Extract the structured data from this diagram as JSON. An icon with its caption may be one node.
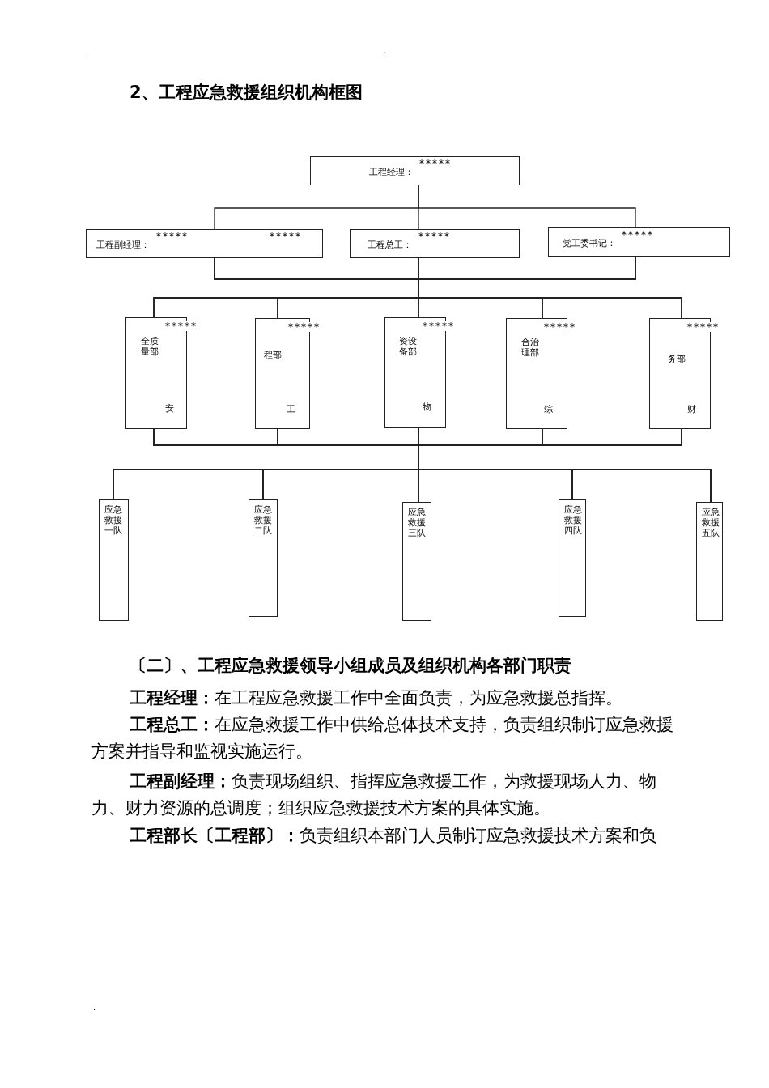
{
  "diagram": {
    "title": "2、工程应急救援组织机构框图",
    "nodes": [
      {
        "text": [
          "工程经理：",
          "*****"
        ]
      },
      {
        "text": [
          "工程副经理：",
          "*****",
          "*****"
        ]
      },
      {
        "text": [
          "工程总工：",
          "*****"
        ]
      },
      {
        "text": [
          "党工委书记：",
          "*****"
        ]
      },
      {
        "text": [
          "*****",
          "全质量部",
          "安"
        ]
      },
      {
        "text": [
          "*****",
          "程部",
          "工"
        ]
      },
      {
        "text": [
          "*****",
          "资设备部",
          "物"
        ]
      },
      {
        "text": [
          "*****",
          "合治理部",
          "综"
        ]
      },
      {
        "text": [
          "*****",
          "务部",
          "财"
        ]
      },
      {
        "text": [
          "应急救援一队"
        ]
      },
      {
        "text": [
          "应急救援二队"
        ]
      },
      {
        "text": [
          "应急救援三队"
        ]
      },
      {
        "text": [
          "应急救援四队"
        ]
      },
      {
        "text": [
          "应急救援五队"
        ]
      }
    ],
    "edges": [
      {
        "from": 0,
        "to": 1,
        "arrow": "none"
      },
      {
        "from": 0,
        "to": 2,
        "arrow": "none"
      },
      {
        "from": 0,
        "to": 3,
        "arrow": "none"
      },
      {
        "from": 1,
        "to": 4,
        "arrow": "none"
      },
      {
        "from": 1,
        "to": 5,
        "arrow": "none"
      },
      {
        "from": 1,
        "to": 6,
        "arrow": "none"
      },
      {
        "from": 1,
        "to": 7,
        "arrow": "none"
      },
      {
        "from": 1,
        "to": 8,
        "arrow": "none"
      },
      {
        "from": 2,
        "to": 4,
        "arrow": "none"
      },
      {
        "from": 2,
        "to": 5,
        "arrow": "none"
      },
      {
        "from": 2,
        "to": 6,
        "arrow": "none"
      },
      {
        "from": 2,
        "to": 7,
        "arrow": "none"
      },
      {
        "from": 2,
        "to": 8,
        "arrow": "none"
      },
      {
        "from": 3,
        "to": 4,
        "arrow": "none"
      },
      {
        "from": 3,
        "to": 5,
        "arrow": "none"
      },
      {
        "from": 3,
        "to": 6,
        "arrow": "none"
      },
      {
        "from": 3,
        "to": 7,
        "arrow": "none"
      },
      {
        "from": 3,
        "to": 8,
        "arrow": "none"
      },
      {
        "from": 4,
        "to": 9,
        "arrow": "none"
      },
      {
        "from": 4,
        "to": 10,
        "arrow": "none"
      },
      {
        "from": 4,
        "to": 11,
        "arrow": "none"
      },
      {
        "from": 4,
        "to": 12,
        "arrow": "none"
      },
      {
        "from": 4,
        "to": 13,
        "arrow": "none"
      },
      {
        "from": 5,
        "to": 9,
        "arrow": "none"
      },
      {
        "from": 5,
        "to": 10,
        "arrow": "none"
      },
      {
        "from": 5,
        "to": 11,
        "arrow": "none"
      },
      {
        "from": 5,
        "to": 12,
        "arrow": "none"
      },
      {
        "from": 5,
        "to": 13,
        "arrow": "none"
      },
      {
        "from": 6,
        "to": 9,
        "arrow": "none"
      },
      {
        "from": 6,
        "to": 10,
        "arrow": "none"
      },
      {
        "from": 6,
        "to": 11,
        "arrow": "none"
      },
      {
        "from": 6,
        "to": 12,
        "arrow": "none"
      },
      {
        "from": 6,
        "to": 13,
        "arrow": "none"
      },
      {
        "from": 7,
        "to": 9,
        "arrow": "none"
      },
      {
        "from": 7,
        "to": 10,
        "arrow": "none"
      },
      {
        "from": 7,
        "to": 11,
        "arrow": "none"
      },
      {
        "from": 7,
        "to": 12,
        "arrow": "none"
      },
      {
        "from": 7,
        "to": 13,
        "arrow": "none"
      },
      {
        "from": 8,
        "to": 9,
        "arrow": "none"
      },
      {
        "from": 8,
        "to": 10,
        "arrow": "none"
      },
      {
        "from": 8,
        "to": 11,
        "arrow": "none"
      },
      {
        "from": 8,
        "to": 12,
        "arrow": "none"
      },
      {
        "from": 8,
        "to": 13,
        "arrow": "none"
      }
    ],
    "labels": [
      ".",
      "〔二〕、工程应急救援领导小组成员及组织机构各部门职责",
      "**工程经理：**在工程应急救援工作中全面负责，为应急救援总指挥。",
      "**工程总工：**在应急救援工作中供给总体技术支持，负责组织制订应急救援方案并指导和监视实施运行。",
      "**工程副经理：**负责现场组织、指挥应急救援工作，为救援现场人力、物力、财力资源的总调度；组织应急救援技术方案的具体实施。",
      "**工程部长〔工程部〕：**负责组织本部门人员制订应急救援技术方案和负",
      "."
    ]
  }
}
